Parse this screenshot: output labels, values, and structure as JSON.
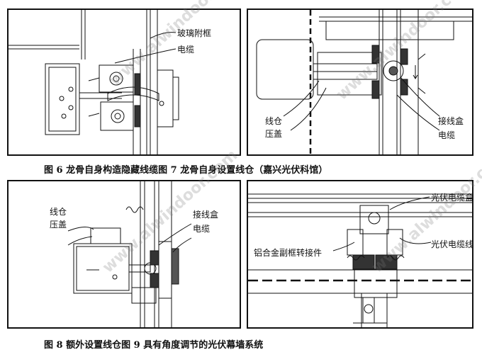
{
  "watermark": "www.alwindoor.com",
  "fig6": {
    "label_glass_frame": "玻璃附框",
    "label_cable": "电缆"
  },
  "fig7": {
    "label_trunk": "线仓",
    "label_cover": "压盖",
    "label_junction_box": "接线盒",
    "label_cable": "电缆"
  },
  "fig8": {
    "label_trunk": "线仓",
    "label_cover": "压盖",
    "label_junction_box": "接线盒",
    "label_cable": "电缆"
  },
  "fig9": {
    "label_pv_cable_box": "光伏电缆盒",
    "label_pv_cable_line": "光伏电缆线",
    "label_adapter": "铝合金副框转接件"
  },
  "captions": {
    "top": "图 6 龙骨自身构造隐藏线缆图 7 龙骨自身设置线仓（嘉兴光伏科馆）",
    "bottom": "图 8 额外设置线仓图 9 具有角度调节的光伏幕墙系统"
  },
  "colors": {
    "line": "#111111",
    "watermark": "#8c8c8c"
  }
}
